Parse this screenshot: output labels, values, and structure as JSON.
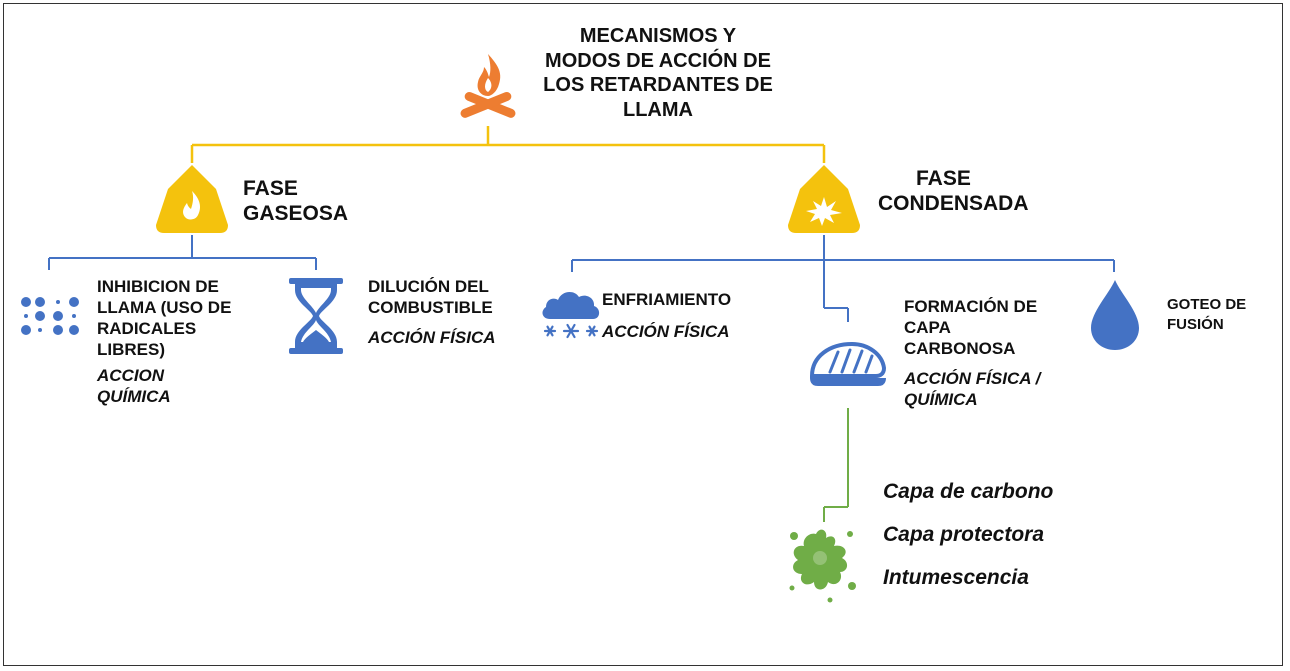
{
  "colors": {
    "yellow": "#F4C20D",
    "blue": "#4472C4",
    "green": "#70AD47",
    "orange": "#ED7D31"
  },
  "title": {
    "line1": "MECANISMOS Y",
    "line2": "MODOS DE ACCIÓN DE",
    "line3": "LOS RETARDANTES DE",
    "line4": "LLAMA"
  },
  "gas": {
    "line1": "FASE",
    "line2": "GASEOSA"
  },
  "condensed": {
    "line1": "FASE",
    "line2": "CONDENSADA"
  },
  "inhibicion": {
    "line1": "INHIBICION DE",
    "line2": "LLAMA (USO DE",
    "line3": "RADICALES",
    "line4": "LIBRES)",
    "action1": "ACCION",
    "action2": "QUÍMICA"
  },
  "dilucion": {
    "line1": "DILUCIÓN DEL",
    "line2": "COMBUSTIBLE",
    "action": "ACCIÓN FÍSICA"
  },
  "enfriamiento": {
    "label": "ENFRIAMIENTO",
    "action": "ACCIÓN FÍSICA"
  },
  "capa": {
    "line1": "FORMACIÓN DE",
    "line2": "CAPA",
    "line3": "CARBONOSA",
    "action1": "ACCIÓN FÍSICA /",
    "action2": "QUÍMICA"
  },
  "goteo": {
    "line1": "GOTEO DE",
    "line2": "FUSIÓN"
  },
  "sub": {
    "item1": "Capa de carbono",
    "item2": "Capa protectora",
    "item3": "Intumescencia"
  },
  "icons": [
    "campfire-icon",
    "flame-warning-icon",
    "explosion-warning-icon",
    "braille-dots-icon",
    "hourglass-icon",
    "snow-cloud-icon",
    "sushi-layer-icon",
    "water-drop-icon",
    "splat-icon"
  ]
}
